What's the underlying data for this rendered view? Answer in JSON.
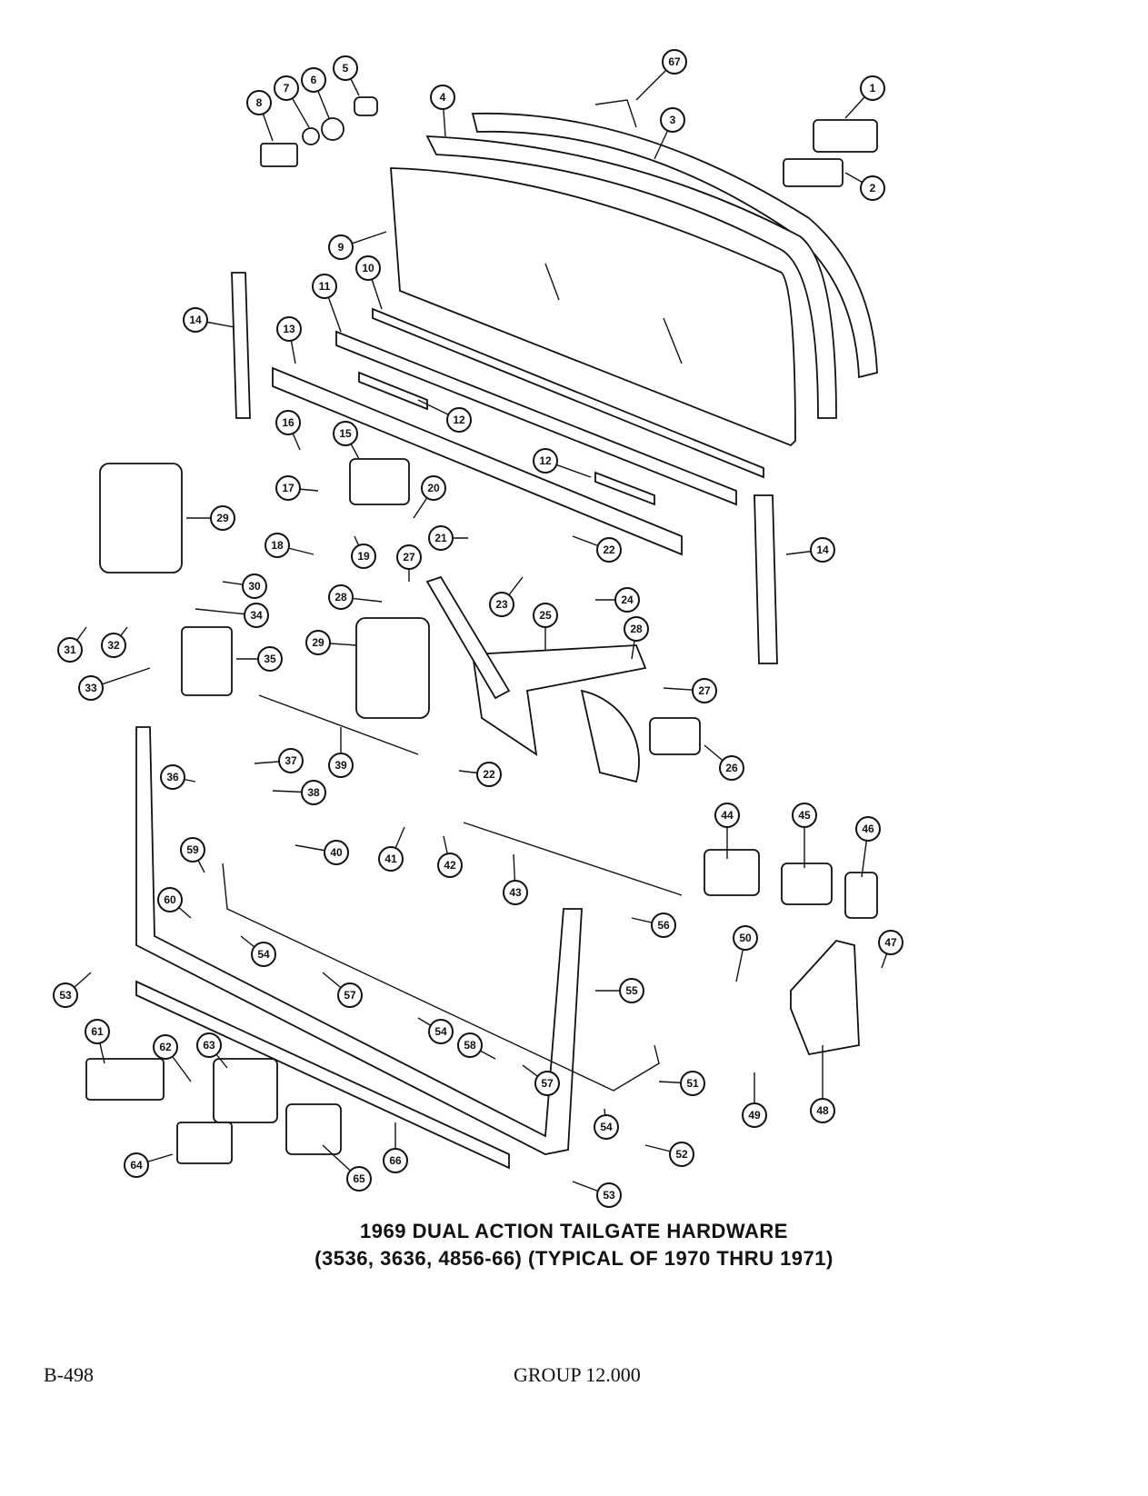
{
  "caption": {
    "line1": "1969 DUAL ACTION TAILGATE HARDWARE",
    "line2": "(3536, 3636, 4856-66) (TYPICAL OF 1970 THRU 1971)"
  },
  "footer": {
    "page_number": "B-498",
    "group": "GROUP 12.000"
  },
  "callouts": [
    "1",
    "2",
    "3",
    "4",
    "5",
    "6",
    "7",
    "8",
    "9",
    "10",
    "11",
    "12",
    "13",
    "14",
    "15",
    "16",
    "17",
    "18",
    "19",
    "20",
    "21",
    "22",
    "23",
    "24",
    "25",
    "26",
    "27",
    "28",
    "29",
    "30",
    "31",
    "32",
    "33",
    "34",
    "35",
    "36",
    "37",
    "38",
    "39",
    "40",
    "41",
    "42",
    "43",
    "44",
    "45",
    "46",
    "47",
    "48",
    "49",
    "50",
    "51",
    "52",
    "53",
    "54",
    "55",
    "56",
    "57",
    "58",
    "59",
    "60",
    "61",
    "62",
    "63",
    "64",
    "65",
    "66",
    "67"
  ]
}
